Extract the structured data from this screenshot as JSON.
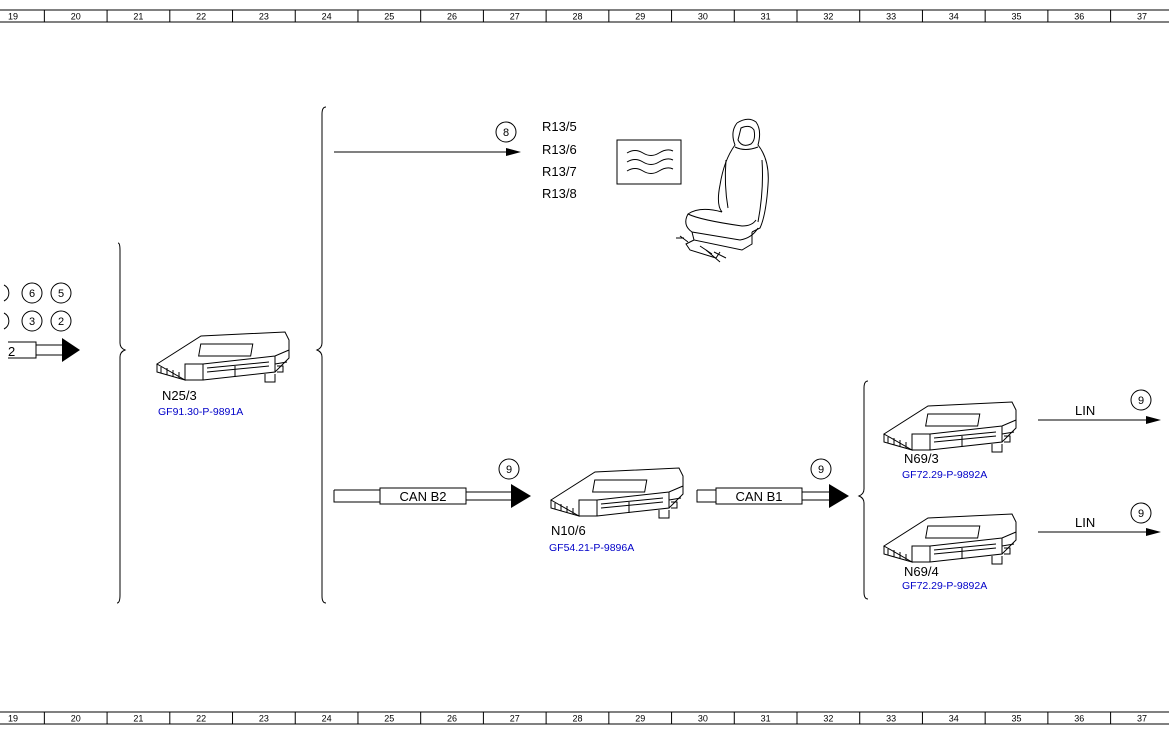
{
  "ruler": {
    "numbers": [
      "19",
      "20",
      "21",
      "22",
      "23",
      "24",
      "25",
      "26",
      "27",
      "28",
      "29",
      "30",
      "31",
      "32",
      "33",
      "34",
      "35",
      "36",
      "37"
    ]
  },
  "connector_circles": [
    "6",
    "5",
    "3",
    "2"
  ],
  "left_bus_label": "2",
  "upper_branch": {
    "circle": "8",
    "components": [
      "R13/5",
      "R13/6",
      "R13/7",
      "R13/8"
    ]
  },
  "modules": {
    "n25_3": {
      "label": "N25/3",
      "ref": "GF91.30-P-9891A"
    },
    "n10_6": {
      "label": "N10/6",
      "ref": "GF54.21-P-9896A"
    },
    "n69_3": {
      "label": "N69/3",
      "ref": "GF72.29-P-9892A"
    },
    "n69_4": {
      "label": "N69/4",
      "ref": "GF72.29-P-9892A"
    }
  },
  "buses": {
    "can_b2": {
      "label": "CAN B2",
      "circle": "9"
    },
    "can_b1": {
      "label": "CAN B1",
      "circle": "9"
    },
    "lin_upper": {
      "label": "LIN",
      "circle": "9"
    },
    "lin_lower": {
      "label": "LIN",
      "circle": "9"
    }
  },
  "colors": {
    "reference_link": "#0000c8",
    "line": "#000000"
  }
}
